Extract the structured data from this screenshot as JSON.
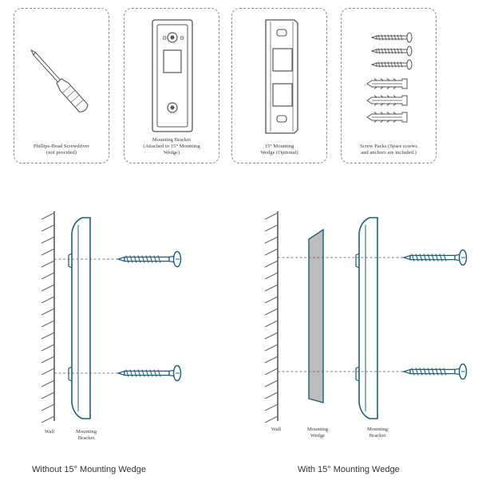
{
  "items": {
    "screwdriver": {
      "line1": "Phillips-Head Screwdriver",
      "line2": "(not provided)",
      "line3": ""
    },
    "bracket": {
      "line1": "Mounting Bracket",
      "line2": "(Attached to 15° Mounting",
      "line3": "Wedge)"
    },
    "wedge": {
      "line1": "15° Mounting",
      "line2": "Wedge (Optional)",
      "line3": ""
    },
    "screws": {
      "line1": "Screw Packs (Spare screws",
      "line2": "and anchors are included.)",
      "line3": ""
    }
  },
  "diagram_left": {
    "wall_label": "Wall",
    "bracket_label_1": "Mounting",
    "bracket_label_2": "Bracket",
    "title": "Without 15° Mounting Wedge"
  },
  "diagram_right": {
    "wall_label": "Wall",
    "wedge_label_1": "Mounting",
    "wedge_label_2": "Wedge",
    "bracket_label_1": "Mounting",
    "bracket_label_2": "Bracket",
    "title": "With 15° Mounting Wedge"
  },
  "colors": {
    "line": "#1f5f7c",
    "wedge_fill": "#bdbdbd",
    "dashed_border": "#8a8a8a"
  }
}
